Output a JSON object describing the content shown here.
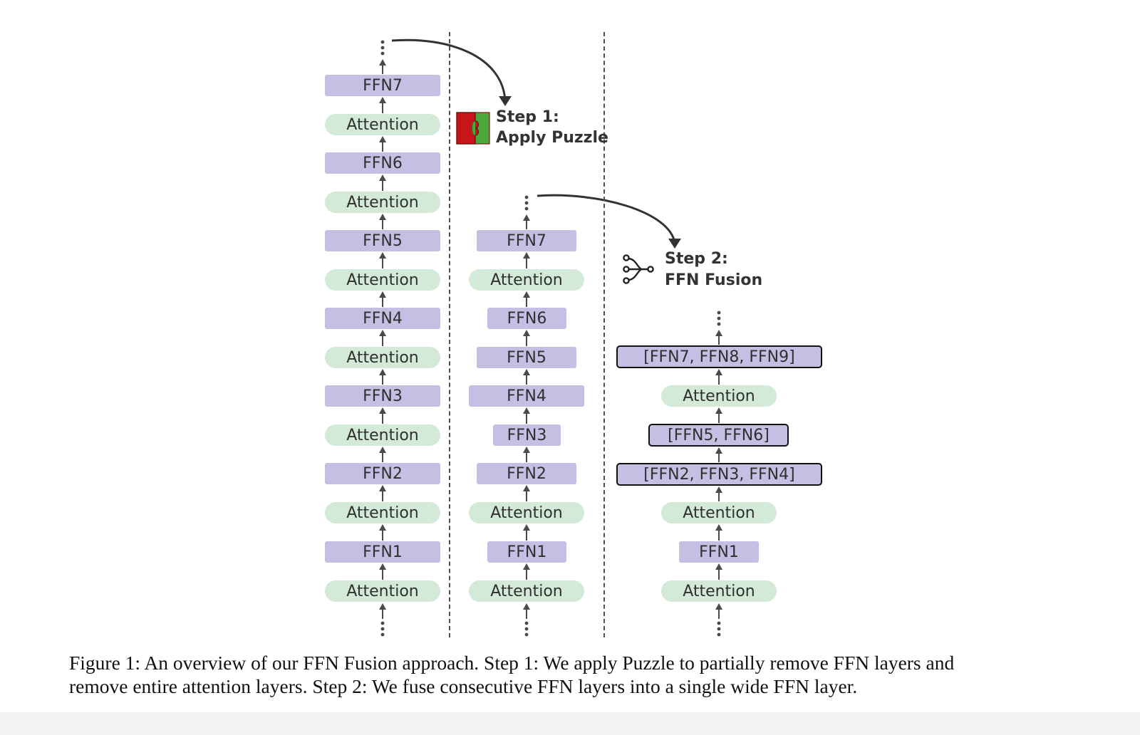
{
  "column1": {
    "blocks": [
      {
        "kind": "att",
        "label": "Attention"
      },
      {
        "kind": "ffn",
        "label": "FFN1"
      },
      {
        "kind": "att",
        "label": "Attention"
      },
      {
        "kind": "ffn",
        "label": "FFN2"
      },
      {
        "kind": "att",
        "label": "Attention"
      },
      {
        "kind": "ffn",
        "label": "FFN3"
      },
      {
        "kind": "att",
        "label": "Attention"
      },
      {
        "kind": "ffn",
        "label": "FFN4"
      },
      {
        "kind": "att",
        "label": "Attention"
      },
      {
        "kind": "ffn",
        "label": "FFN5"
      },
      {
        "kind": "att",
        "label": "Attention"
      },
      {
        "kind": "ffn",
        "label": "FFN6"
      },
      {
        "kind": "att",
        "label": "Attention"
      },
      {
        "kind": "ffn",
        "label": "FFN7"
      }
    ]
  },
  "column2": {
    "blocks": [
      {
        "kind": "att",
        "label": "Attention"
      },
      {
        "kind": "ffn",
        "label": "FFN1"
      },
      {
        "kind": "att",
        "label": "Attention"
      },
      {
        "kind": "ffn",
        "label": "FFN2"
      },
      {
        "kind": "ffn",
        "label": "FFN3"
      },
      {
        "kind": "ffn",
        "label": "FFN4"
      },
      {
        "kind": "ffn",
        "label": "FFN5"
      },
      {
        "kind": "ffn",
        "label": "FFN6"
      },
      {
        "kind": "att",
        "label": "Attention"
      },
      {
        "kind": "ffn",
        "label": "FFN7"
      }
    ]
  },
  "column3": {
    "blocks": [
      {
        "kind": "att",
        "label": "Attention"
      },
      {
        "kind": "ffn",
        "label": "FFN1"
      },
      {
        "kind": "att",
        "label": "Attention"
      },
      {
        "kind": "fused",
        "label": "[FFN2, FFN3, FFN4]"
      },
      {
        "kind": "fused",
        "label": "[FFN5, FFN6]"
      },
      {
        "kind": "att",
        "label": "Attention"
      },
      {
        "kind": "fused",
        "label": "[FFN7, FFN8, FFN9]"
      }
    ]
  },
  "step1": {
    "line1": "Step 1:",
    "line2": "Apply Puzzle",
    "icon": "puzzle-piece-icon"
  },
  "step2": {
    "line1": "Step 2:",
    "line2": "FFN Fusion",
    "icon": "fusion-merge-icon"
  },
  "colors": {
    "ffn_fill": "#c3c0e3",
    "attention_fill": "#d4ead8",
    "arrow": "#4a4a4a",
    "puzzle_red": "#c8141b",
    "puzzle_green": "#4aab3c"
  },
  "caption": {
    "line1": "Figure 1: An overview of our FFN Fusion approach. Step 1: We apply Puzzle to partially remove FFN layers and",
    "line2": "remove entire attention layers. Step 2: We fuse consecutive FFN layers into a single wide FFN layer."
  }
}
